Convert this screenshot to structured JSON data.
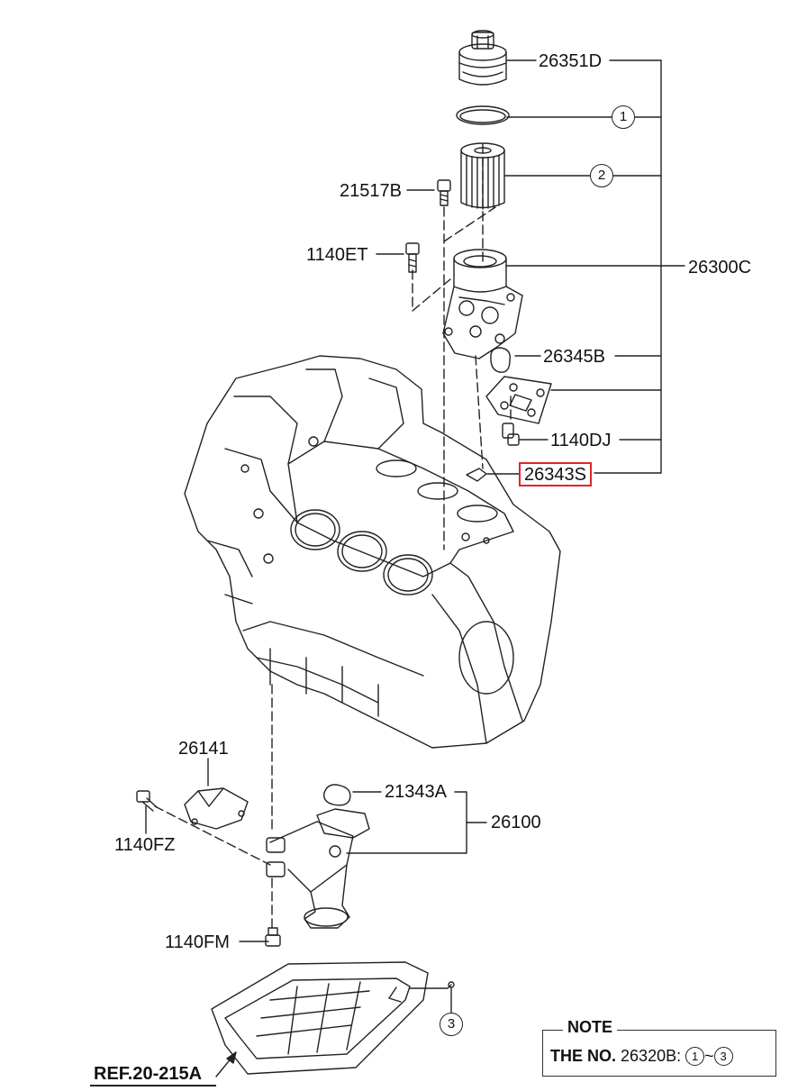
{
  "part_labels": {
    "cap": "26351D",
    "bolt_upper": "21517B",
    "bolt_mid": "1140ET",
    "housing_assy": "26300C",
    "gasket": "26345B",
    "bolt_cooler": "1140DJ",
    "sensor": "26343S",
    "baffle": "26141",
    "bolt_baffle": "1140FZ",
    "oring_pump": "21343A",
    "pump": "26100",
    "bolt_lower": "1140FM",
    "ref": "REF.20-215A"
  },
  "callouts": {
    "c1": "1",
    "c2": "2",
    "c3": "3"
  },
  "note": {
    "title": "NOTE",
    "prefix": "THE NO.",
    "number": "26320B",
    "sep": ":",
    "from": "1",
    "tilde": "~",
    "to": "3"
  },
  "highlight_color": "#e0242a"
}
